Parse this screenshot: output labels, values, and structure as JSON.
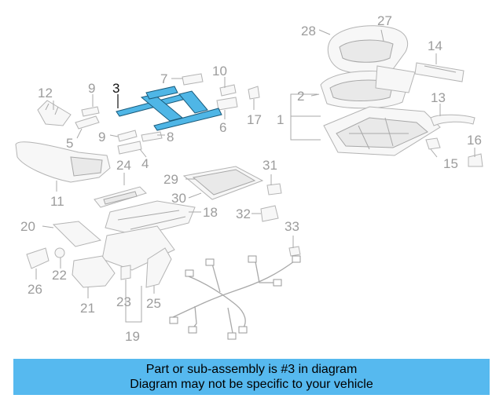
{
  "callouts": {
    "n1": "1",
    "n2": "2",
    "n3": "3",
    "n4": "4",
    "n5": "5",
    "n6": "6",
    "n7": "7",
    "n8": "8",
    "n9a": "9",
    "n9b": "9",
    "n10": "10",
    "n11": "11",
    "n12": "12",
    "n13": "13",
    "n14": "14",
    "n15": "15",
    "n16": "16",
    "n17": "17",
    "n18": "18",
    "n19": "19",
    "n20": "20",
    "n21": "21",
    "n22": "22",
    "n23": "23",
    "n24": "24",
    "n25": "25",
    "n26": "26",
    "n27": "27",
    "n28": "28",
    "n29": "29",
    "n30": "30",
    "n31": "31",
    "n32": "32",
    "n33": "33"
  },
  "highlight_color": "#4fb6e6",
  "banner": {
    "line1": "Part or sub-assembly is #3 in diagram",
    "line2": "Diagram may not be specific to your vehicle",
    "color": "#56b9ef"
  }
}
